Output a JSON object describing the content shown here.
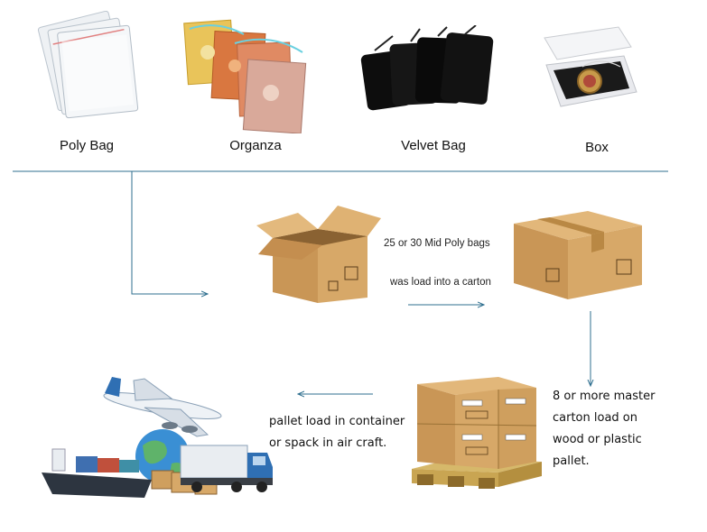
{
  "products": [
    {
      "label": "Poly Bag"
    },
    {
      "label": "Organza"
    },
    {
      "label": "Velvet Bag"
    },
    {
      "label": "Box"
    }
  ],
  "step1": {
    "line1": "25 or 30 Mid Poly bags",
    "line2": "was load into a carton"
  },
  "step2": {
    "lines": [
      "8 or more master",
      "carton load on",
      "wood or plastic",
      "pallet."
    ]
  },
  "step3": {
    "lines": [
      "pallet load in container",
      "or spack in air craft."
    ]
  },
  "colors": {
    "line": "#2f6f8f",
    "carton": "#d7a868",
    "carton_dark": "#b98844",
    "velvet": "#0d0d0d"
  }
}
